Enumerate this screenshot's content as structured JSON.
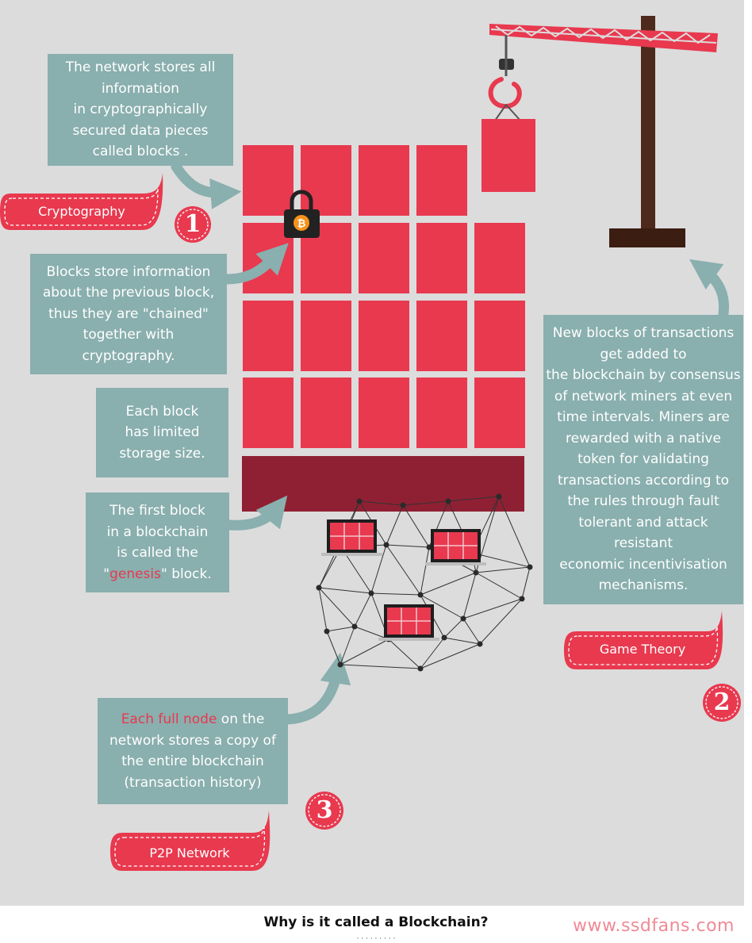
{
  "boxes": {
    "storage": [
      "The network stores all",
      "information",
      "in cryptographically",
      "secured data pieces",
      "called blocks ."
    ],
    "chain": [
      "Blocks store information",
      "about the previous block,",
      "thus they are \"chained\"",
      "together with",
      "cryptography."
    ],
    "size": [
      "Each block",
      "has limited",
      "storage size."
    ],
    "genesis": {
      "l1": "The first block",
      "l2": "in a blockchain",
      "l3": "is called the",
      "open": "\"",
      "word": "genesis",
      "close": "\" block."
    },
    "consensus": [
      "New blocks of transactions",
      "get added to",
      "the blockchain by consensus",
      "of network miners at even",
      "time intervals. Miners are",
      "rewarded with a native",
      "token for validating",
      "transactions according to",
      "the rules through fault",
      "tolerant and attack",
      "resistant",
      "economic incentivisation",
      "mechanisms."
    ],
    "node": {
      "hl": "Each full node",
      "l1rest": " on the",
      "l2": "network stores a copy of",
      "l3": "the entire blockchain",
      "l4": "(transaction history)"
    }
  },
  "tags": {
    "cryptography": "Cryptography",
    "game_theory": "Game Theory",
    "p2p": "P2P Network"
  },
  "numbers": {
    "one": "1",
    "two": "2",
    "three": "3"
  },
  "icons": {
    "lock": "padlock-bitcoin-icon",
    "bitcoin_symbol": "₿"
  },
  "caption": "Why is it called a Blockchain?",
  "subcaption": "· · · · · · · · ·",
  "watermark": "www.ssdfans.com",
  "colors": {
    "background": "#dcdcdc",
    "block": "#e8394f",
    "genesis_block": "#8f2033",
    "teal": "#89afae",
    "crane": "#4e2a1c",
    "network_line": "#333333"
  }
}
